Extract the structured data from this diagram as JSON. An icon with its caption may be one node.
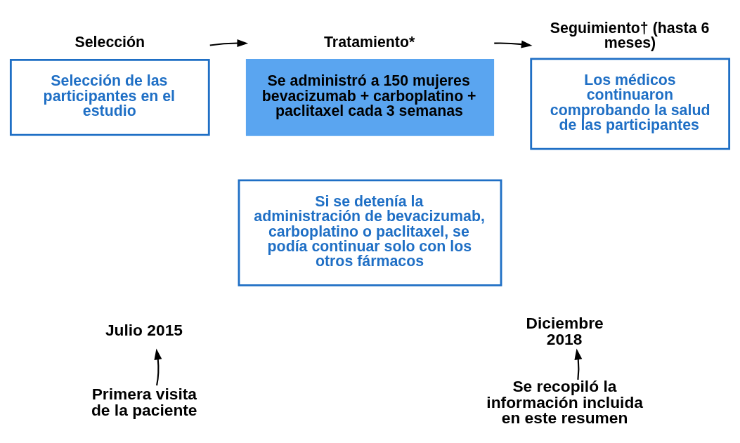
{
  "diagram": {
    "nodes": [
      {
        "text": [
          "Selección",
          "Selección de las participantes en el estudio"
        ]
      },
      {
        "text": [
          "Tratamiento*",
          "Se administró a 150 mujeres bevacizumab + carboplatino + paclitaxel cada 3 semanas"
        ]
      },
      {
        "text": [
          "Si se detenía la administración de bevacizumab, carboplatino o paclitaxel, se podía continuar solo con los otros fármacos"
        ]
      },
      {
        "text": [
          "Seguimiento† (hasta 6 meses)",
          "Los médicos continuaron comprobando la salud de las participantes"
        ]
      },
      {
        "text": [
          "Julio 2015"
        ]
      },
      {
        "text": [
          "Diciembre 2018"
        ]
      },
      {
        "text": [
          "Primera visita de la paciente"
        ]
      },
      {
        "text": [
          "Se recopiló la información incluida en este resumen"
        ]
      }
    ],
    "edges": [
      {
        "from": 0,
        "to": 1,
        "arrow": "to"
      },
      {
        "from": 1,
        "to": 3,
        "arrow": "to"
      },
      {
        "from": 6,
        "to": 4,
        "arrow": "to"
      },
      {
        "from": 7,
        "to": 5,
        "arrow": "to"
      }
    ]
  }
}
